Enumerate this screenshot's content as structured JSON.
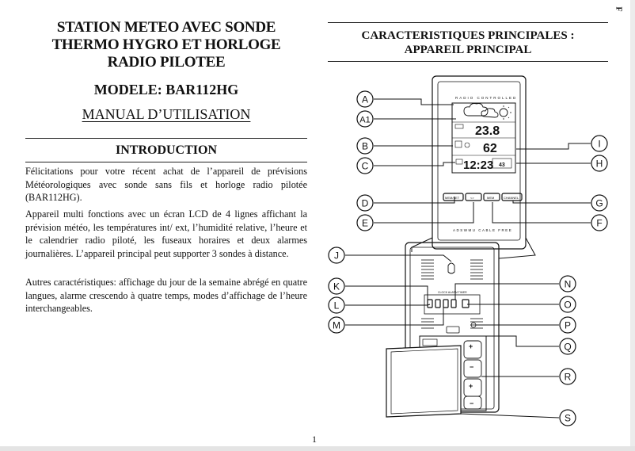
{
  "left": {
    "title_lines": [
      "STATION  METEO AVEC  SONDE",
      "THERMO  HYGRO  ET  HORLOGE",
      "RADIO  PILOTEE"
    ],
    "model": "MODELE: BAR112HG",
    "manual": "MANUAL D’UTILISATION",
    "intro_heading": "INTRODUCTION",
    "paragraphs": [
      "Félicitations pour votre récent achat de l’appareil de prévisions Météorologiques avec sonde sans fils et horloge radio pilotée (BAR112HG).",
      "Appareil multi fonctions avec un écran LCD de 4 lignes affichant la prévision météo, les températures int/ ext, l’humidité relative, l’heure et le calendrier radio piloté, les fuseaux horaires et deux alarmes journalières. L’appareil principal peut supporter 3 sondes à distance.",
      "Autres caractéristiques: affichage du jour de la semaine abrégé en quatre langues, alarme crescendo à quatre temps, modes d’affichage de l’heure interchangeables."
    ]
  },
  "right": {
    "heading_lines": [
      "CARACTERISTIQUES PRINCIPALES :",
      "APPAREIL PRINCIPAL"
    ],
    "device": {
      "radio_text": "RADIO  CONTROLLED",
      "temp": "23.8",
      "humidity": "62",
      "time": "12:23",
      "seconds": "43",
      "buttons": [
        "MEM/SET",
        "<>",
        "MEM",
        "CHANNEL"
      ],
      "bottom_text": "ADSWMU  CABLE  FREE",
      "back_label": "CLOCK ALARM TIMER"
    },
    "callouts": [
      "A",
      "A1",
      "B",
      "C",
      "D",
      "E",
      "I",
      "H",
      "G",
      "F",
      "J",
      "K",
      "L",
      "M",
      "N",
      "O",
      "P",
      "Q",
      "R",
      "S"
    ]
  },
  "page_number": "1",
  "language_tab": "F"
}
